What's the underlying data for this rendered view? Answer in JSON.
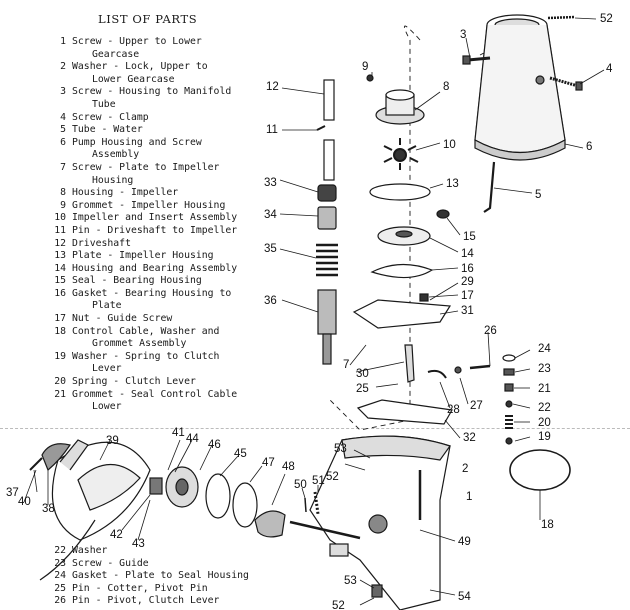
{
  "title": "LIST OF PARTS",
  "parts": [
    {
      "num": "1",
      "lines": [
        "Screw - Upper to Lower",
        "Gearcase"
      ]
    },
    {
      "num": "2",
      "lines": [
        "Washer - Lock, Upper to",
        "Lower Gearcase"
      ]
    },
    {
      "num": "3",
      "lines": [
        "Screw - Housing to Manifold",
        "Tube"
      ]
    },
    {
      "num": "4",
      "lines": [
        "Screw - Clamp"
      ]
    },
    {
      "num": "5",
      "lines": [
        "Tube - Water"
      ]
    },
    {
      "num": "6",
      "lines": [
        "Pump Housing and Screw",
        "Assembly"
      ]
    },
    {
      "num": "7",
      "lines": [
        "Screw - Plate to Impeller",
        "Housing"
      ]
    },
    {
      "num": "8",
      "lines": [
        "Housing - Impeller"
      ]
    },
    {
      "num": "9",
      "lines": [
        "Grommet - Impeller Housing"
      ]
    },
    {
      "num": "10",
      "lines": [
        "Impeller and Insert Assembly"
      ]
    },
    {
      "num": "11",
      "lines": [
        "Pin - Driveshaft to Impeller"
      ]
    },
    {
      "num": "12",
      "lines": [
        "Driveshaft"
      ]
    },
    {
      "num": "13",
      "lines": [
        "Plate - Impeller Housing"
      ]
    },
    {
      "num": "14",
      "lines": [
        "Housing and Bearing Assembly"
      ]
    },
    {
      "num": "15",
      "lines": [
        "Seal - Bearing Housing"
      ]
    },
    {
      "num": "16",
      "lines": [
        "Gasket - Bearing Housing to",
        "Plate"
      ]
    },
    {
      "num": "17",
      "lines": [
        "Nut - Guide Screw"
      ]
    },
    {
      "num": "18",
      "lines": [
        "Control Cable, Washer and",
        "Grommet Assembly"
      ]
    },
    {
      "num": "19",
      "lines": [
        "Washer - Spring to Clutch",
        "Lever"
      ]
    },
    {
      "num": "20",
      "lines": [
        "Spring - Clutch Lever"
      ]
    },
    {
      "num": "21",
      "lines": [
        "Grommet - Seal Control Cable",
        "Lower"
      ]
    }
  ],
  "parts_lower": [
    {
      "num": "22",
      "lines": [
        "Washer"
      ]
    },
    {
      "num": "23",
      "lines": [
        "Screw - Guide"
      ]
    },
    {
      "num": "24",
      "lines": [
        "Gasket - Plate to Seal Housing"
      ]
    },
    {
      "num": "25",
      "lines": [
        "Pin - Cotter, Pivot Pin"
      ]
    },
    {
      "num": "26",
      "lines": [
        "Pin - Pivot, Clutch Lever"
      ]
    }
  ],
  "callouts": [
    "1",
    "2",
    "3",
    "4",
    "5",
    "6",
    "7",
    "8",
    "9",
    "10",
    "11",
    "12",
    "13",
    "14",
    "15",
    "16",
    "17",
    "18",
    "19",
    "20",
    "21",
    "22",
    "23",
    "24",
    "25",
    "26",
    "27",
    "28",
    "29",
    "30",
    "31",
    "32",
    "33",
    "34",
    "35",
    "36",
    "37",
    "38",
    "39",
    "40",
    "41",
    "42",
    "43",
    "44",
    "45",
    "46",
    "47",
    "48",
    "49",
    "50",
    "51",
    "52",
    "53",
    "54"
  ],
  "colors": {
    "ink": "#1a1a1a",
    "paper": "#ffffff"
  }
}
